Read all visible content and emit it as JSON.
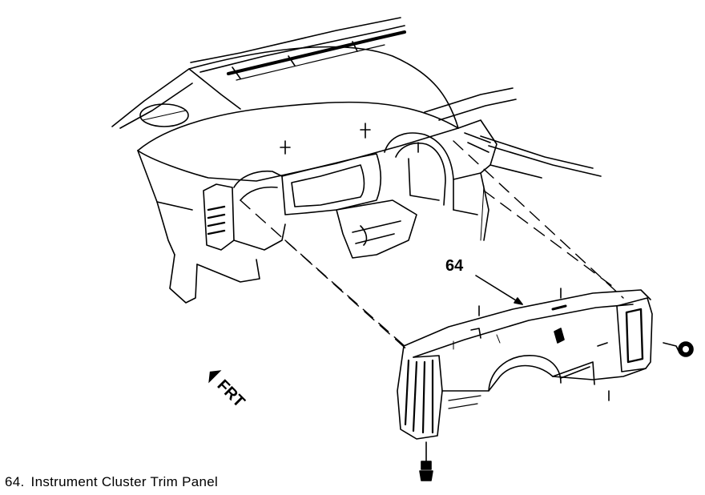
{
  "diagram": {
    "callout_label": "64",
    "direction_label": "FRT",
    "caption": {
      "number": "64.",
      "text": "Instrument Cluster Trim Panel"
    },
    "icons": [
      "front-direction-arrow-icon",
      "screw-fastener-icon",
      "push-pin-clip-icon"
    ],
    "colors": {
      "line": "#000000",
      "background": "#ffffff"
    }
  }
}
